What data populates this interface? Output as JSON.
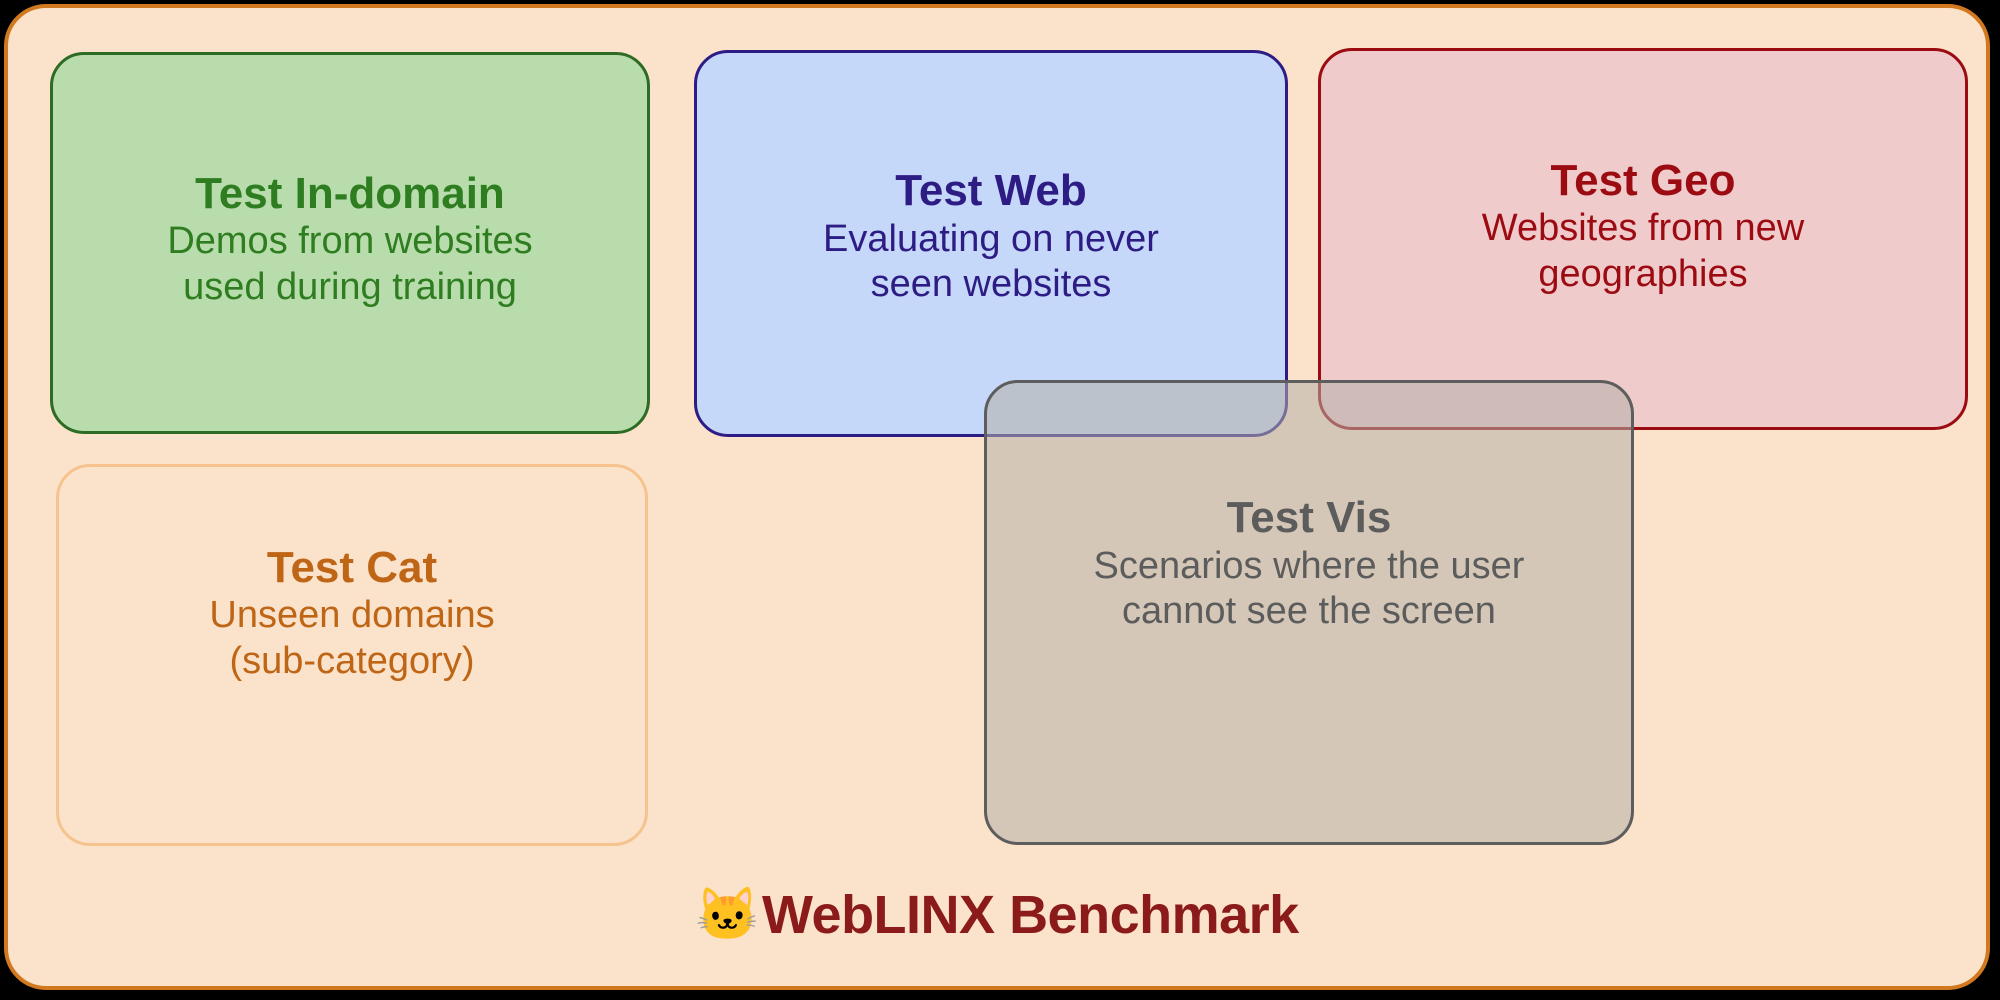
{
  "diagram": {
    "container": {
      "background_color": "#FBE2CA",
      "border_color": "#D2781E"
    },
    "boxes": [
      {
        "id": "test-in-domain",
        "title": "Test In-domain",
        "desc_line1": "Demos from websites",
        "desc_line2": "used during training",
        "fill_color": "#B9DCAC",
        "border_color": "#2E6B24",
        "text_color": "#2E7D20"
      },
      {
        "id": "test-web",
        "title": "Test Web",
        "desc_line1": "Evaluating on never",
        "desc_line2": "seen websites",
        "fill_color": "#C6D8F9",
        "border_color": "#2E1C85",
        "text_color": "#2E1C85"
      },
      {
        "id": "test-geo",
        "title": "Test Geo",
        "desc_line1": "Websites from new",
        "desc_line2": "geographies",
        "fill_color": "#F0CBCC",
        "border_color": "#9C0B12",
        "text_color": "#9C0B12"
      },
      {
        "id": "test-cat",
        "title": "Test Cat",
        "desc_line1": "Unseen domains",
        "desc_line2": "(sub-category)",
        "fill_color": "transparent",
        "border_color": "#F6C38F",
        "text_color": "#BF6516"
      },
      {
        "id": "test-vis",
        "title": "Test Vis",
        "desc_line1": "Scenarios where the user",
        "desc_line2": "cannot see the screen",
        "fill_color": "rgba(180,176,168,0.55)",
        "border_color": "#5D5D5D",
        "text_color": "#5C5C5C"
      }
    ],
    "footer": {
      "emoji": "🐱",
      "emoji_name": "cat-face-icon",
      "label": "WebLINX Benchmark",
      "color": "#8B1A1A"
    }
  }
}
